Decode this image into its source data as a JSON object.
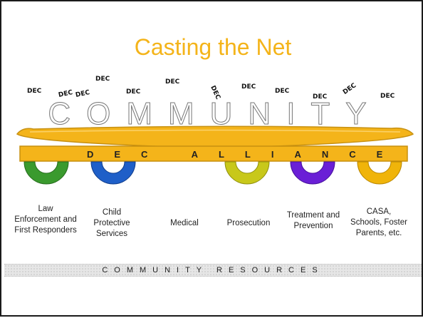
{
  "title": "Casting the Net",
  "dec_label": "DEC",
  "community_word": "COMMUNITY",
  "alliance_label": "DEC ALLIANCE",
  "resources": [
    {
      "label": "Law Enforcement and First Responders",
      "color": "#3a9a2e"
    },
    {
      "label": "Child Protective Services",
      "color": "#1f5fc8"
    },
    {
      "label": "Medical",
      "color": ""
    },
    {
      "label": "Prosecution",
      "color": "#c8c81a"
    },
    {
      "label": "Treatment and Prevention",
      "color": "#6a1fd6"
    },
    {
      "label": "CASA, Schools, Foster Parents, etc.",
      "color": "#f0b40a"
    }
  ],
  "footer": "COMMUNITY RESOURCES",
  "colors": {
    "title": "#f4b41a",
    "net": "#f4b41a",
    "net_outline": "#c79010"
  }
}
